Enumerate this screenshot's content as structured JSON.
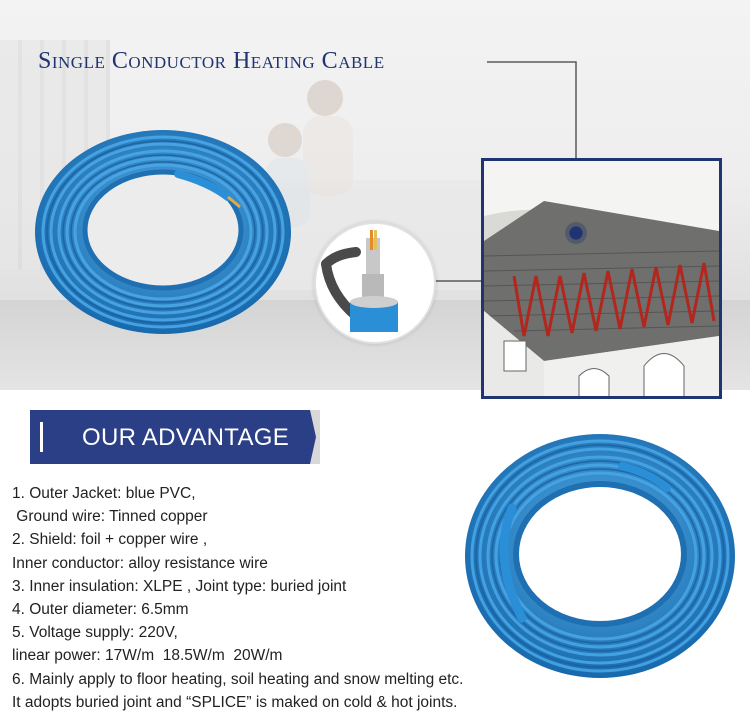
{
  "title": "Single Conductor Heating Cable",
  "banner": {
    "label": "OUR ADVANTAGE"
  },
  "features": [
    "1. Outer Jacket: blue PVC,",
    " Ground wire: Tinned copper",
    "2. Shield: foil + copper wire ,",
    "Inner conductor: alloy resistance wire",
    "3. Inner insulation: XLPE , Joint type: buried joint",
    "4. Outer diameter: 6.5mm",
    "5. Voltage supply: 220V,",
    "linear power: 17W/m  18.5W/m  20W/m",
    "6. Mainly apply to floor heating, soil heating and snow melting etc.",
    "It adopts buried joint and “SPLICE” is maked on cold & hot joints."
  ],
  "colors": {
    "navy": "#1f3470",
    "cable_blue": "#2a8fd6",
    "cable_dark": "#176db3",
    "roof_red": "#b3261e"
  },
  "icons": {
    "coil_top": "cable-coil-image",
    "coil_bottom": "cable-coil-image",
    "zoom": "cable-cross-section-image",
    "roof": "roof-snow-melting-image"
  }
}
